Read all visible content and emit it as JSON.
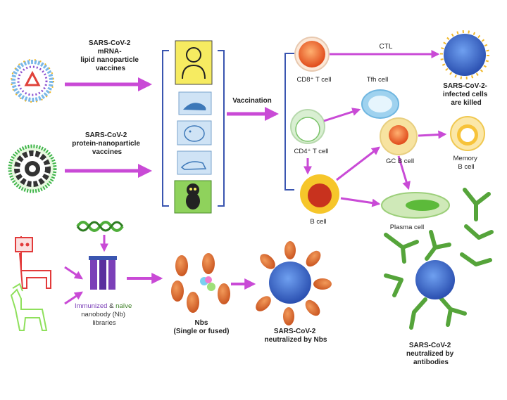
{
  "vaccines": {
    "mrna_label": "SARS-CoV-2\nmRNA-\nlipid nanoparticle\nvaccines",
    "protein_label": "SARS-CoV-2\nprotein-nanoparticle\nvaccines"
  },
  "vaccination_label": "Vaccination",
  "cells": {
    "cd8": "CD8⁺ T cell",
    "cd4": "CD4⁺ T cell",
    "b_cell": "B cell",
    "tfh": "Tfh cell",
    "gc_b": "GC B cell",
    "memory_b": "Memory\nB cell",
    "plasma": "Plasma cell"
  },
  "ctl_label": "CTL",
  "infected_killed": "SARS-CoV-2-\ninfected cells\nare killed",
  "nanobody": {
    "libraries": [
      "Immunized",
      " & ",
      "naïve",
      "\nnanobody (Nb)\nlibraries"
    ],
    "nbs": "Nbs",
    "nbs_sub": "(Single or fused)",
    "neutralized_nbs": "SARS-CoV-2\nneutralized by Nbs"
  },
  "neutralized_antibodies": "SARS-CoV-2\nneutralized by\nantibodies",
  "colors": {
    "arrow": "#c94ad6",
    "virus": "#3d6fd6",
    "antibody": "#55a43a",
    "nanobody": "#d8662a",
    "animal_bg": "#cfe3f5",
    "human_bg": "#f6eb61",
    "monkey_bg": "#8fd25c",
    "llama_red": "#e23a3a",
    "llama_green": "#8fe05c"
  }
}
